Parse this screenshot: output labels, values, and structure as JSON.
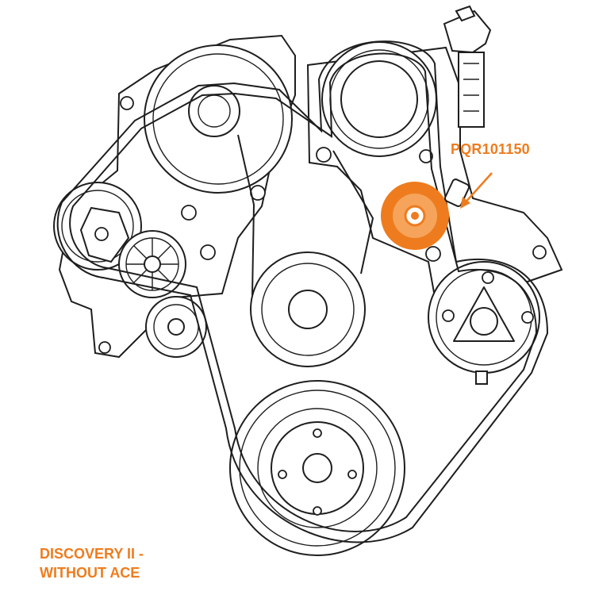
{
  "callout": {
    "part_number": "PQR101150"
  },
  "caption": {
    "line1": "DISCOVERY II -",
    "line2": "WITHOUT ACE"
  },
  "colors": {
    "highlight": "#ee7c1e",
    "line": "#1e1e1e",
    "background": "#ffffff"
  }
}
